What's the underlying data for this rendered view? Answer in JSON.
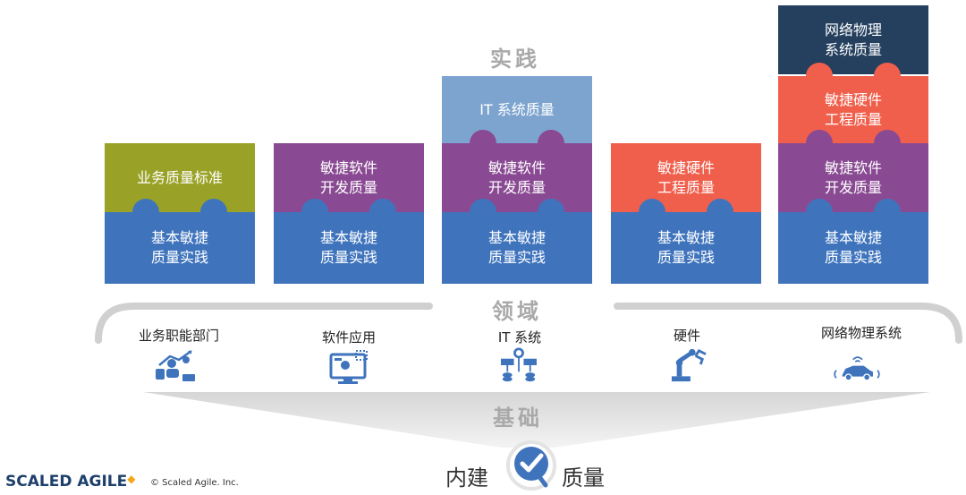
{
  "sections": {
    "practice": "实践",
    "domain": "领域",
    "foundation": "基础"
  },
  "columns": [
    {
      "base": "基本敏捷\n质量实践",
      "middle": "业务质量标准",
      "middle_color": "#99a226"
    },
    {
      "base": "基本敏捷\n质量实践",
      "middle": "敏捷软件\n开发质量",
      "middle_color": "#8a4a93"
    },
    {
      "base": "基本敏捷\n质量实践",
      "middle": "敏捷软件\n开发质量",
      "middle_color": "#8a4a93",
      "top": "IT 系统质量",
      "top_color": "#7da4cf"
    },
    {
      "base": "基本敏捷\n质量实践",
      "middle": "敏捷硬件\n工程质量",
      "middle_color": "#f05f4c"
    },
    {
      "base": "基本敏捷\n质量实践",
      "middle": "敏捷软件\n开发质量",
      "middle_color": "#8a4a93",
      "top": "敏捷硬件\n工程质量",
      "top_color": "#f05f4c",
      "top2": "网络物理\n系统质量",
      "top2_color": "#25405f"
    }
  ],
  "base_color": "#3f74bd",
  "domains": [
    {
      "label": "业务职能部门",
      "icon": "business-icon"
    },
    {
      "label": "软件应用",
      "icon": "software-app-icon"
    },
    {
      "label": "IT 系统",
      "icon": "it-system-icon"
    },
    {
      "label": "硬件",
      "icon": "robot-arm-icon"
    },
    {
      "label": "网络物理系统",
      "icon": "connected-car-icon"
    }
  ],
  "bottom": {
    "left": "内建",
    "right": "质量"
  },
  "footer": {
    "brand": "SCALED AGILE",
    "copyright": "© Scaled Agile. Inc."
  }
}
